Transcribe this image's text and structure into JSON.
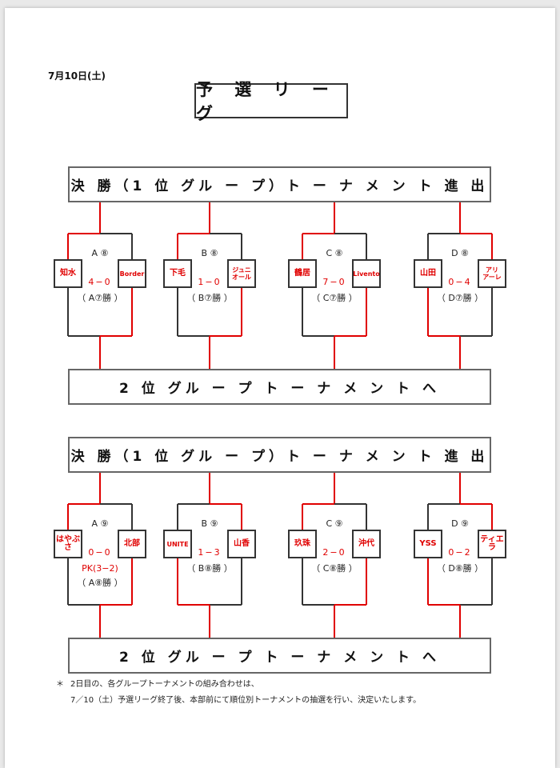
{
  "date": "7月10日(土)",
  "title": "予 選 リ ー グ",
  "footnote": {
    "bullet": "＊",
    "line1": "2日目の、各グループトーナメントの組み合わせは、",
    "line2": "7／10（土）予選リーグ終了後、本部前にて順位別トーナメントの抽選を行い、決定いたします。"
  },
  "sections": [
    {
      "top_bar": "決 勝（1 位 グル ー プ）ト ー ナ メ ン ト 進 出",
      "bottom_bar": "2 位 グル ー プ ト ー ナ メ ン ト へ",
      "matches": [
        {
          "group": "A ⑧",
          "left": "知水",
          "right": "Border",
          "score": "4−0",
          "pk": "",
          "winner_note": "（ A⑦勝 ）"
        },
        {
          "group": "B ⑧",
          "left": "下毛",
          "right": "ジュニ\nオール",
          "score": "1−0",
          "pk": "",
          "winner_note": "（ B⑦勝 ）"
        },
        {
          "group": "C ⑧",
          "left": "鶴居",
          "right": "Livento",
          "score": "7−0",
          "pk": "",
          "winner_note": "（ C⑦勝 ）"
        },
        {
          "group": "D ⑧",
          "left": "山田",
          "right": "アリ\nアーレ",
          "score": "0−4",
          "pk": "",
          "winner_note": "（ D⑦勝 ）"
        }
      ]
    },
    {
      "top_bar": "決 勝（1 位 グル ー プ）ト ー ナ メ ン ト 進 出",
      "bottom_bar": "2 位 グル ー プ ト ー ナ メ ン ト へ",
      "matches": [
        {
          "group": "A ⑨",
          "left": "はやぶさ",
          "right": "北部",
          "score": "0−0",
          "pk": "PK(3−2)",
          "winner_note": "（ A⑧勝 ）"
        },
        {
          "group": "B ⑨",
          "left": "UNITE",
          "right": "山香",
          "score": "1−3",
          "pk": "",
          "winner_note": "（ B⑧勝 ）"
        },
        {
          "group": "C ⑨",
          "left": "玖珠",
          "right": "沖代",
          "score": "2−0",
          "pk": "",
          "winner_note": "（ C⑧勝 ）"
        },
        {
          "group": "D ⑨",
          "left": "YSS",
          "right": "ティエラ",
          "score": "0−2",
          "pk": "",
          "winner_note": "（ D⑧勝 ）"
        }
      ]
    }
  ],
  "colors": {
    "winner_line": "#e00000",
    "loser_line": "#333333",
    "team_text": "#e00000"
  }
}
